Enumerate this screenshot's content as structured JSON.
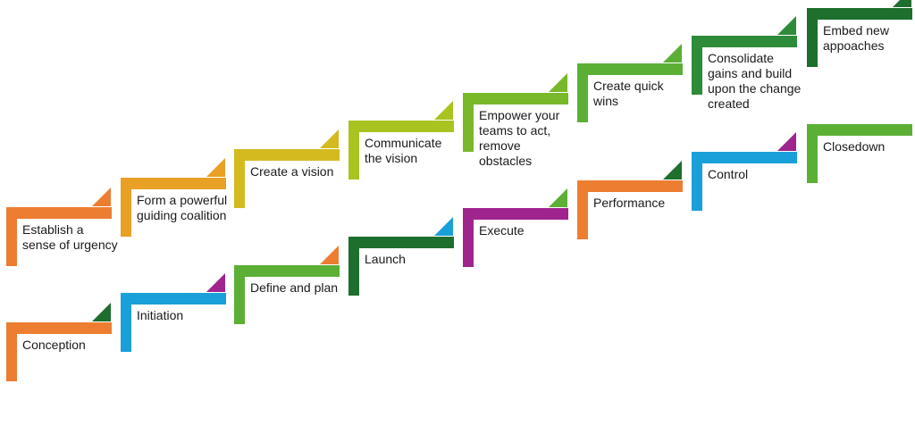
{
  "colors": {
    "orange": "#ED7D31",
    "amber": "#E8A025",
    "yellow": "#D4BA1E",
    "lime": "#A9C420",
    "green": "#78B82A",
    "bright_green": "#5BAF35",
    "dark_green": "#1E6E2E",
    "blue": "#1AA0D8",
    "purple": "#A0248E"
  },
  "upper_steps": [
    {
      "label": "Establish a sense of urgency",
      "color": "#ED7D31",
      "wedge_color": "#ED7D31"
    },
    {
      "label": "Form a powerful guiding coalition",
      "color": "#E8A025",
      "wedge_color": "#E8A025"
    },
    {
      "label": "Create a vision",
      "color": "#D4BA1E",
      "wedge_color": "#D4BA1E"
    },
    {
      "label": "Communicate the vision",
      "color": "#A9C420",
      "wedge_color": "#A9C420"
    },
    {
      "label": "Empower your teams to act, remove obstacles",
      "color": "#78B82A",
      "wedge_color": "#78B82A"
    },
    {
      "label": "Create quick wins",
      "color": "#5BAF35",
      "wedge_color": "#5BAF35"
    },
    {
      "label": "Consolidate gains and build upon the change created",
      "color": "#2E8B3A",
      "wedge_color": "#2E8B3A"
    },
    {
      "label": "Embed new appoaches",
      "color": "#1E6E2E",
      "wedge_color": "#1E6E2E"
    }
  ],
  "lower_steps": [
    {
      "label": "Conception",
      "color": "#ED7D31",
      "wedge_color": "#1E6E2E"
    },
    {
      "label": "Initiation",
      "color": "#1AA0D8",
      "wedge_color": "#A0248E"
    },
    {
      "label": "Define and plan",
      "color": "#5BAF35",
      "wedge_color": "#ED7D31"
    },
    {
      "label": "Launch",
      "color": "#1E6E2E",
      "wedge_color": "#1AA0D8"
    },
    {
      "label": "Execute",
      "color": "#A0248E",
      "wedge_color": "#5BAF35"
    },
    {
      "label": "Performance",
      "color": "#ED7D31",
      "wedge_color": "#1E6E2E"
    },
    {
      "label": "Control",
      "color": "#1AA0D8",
      "wedge_color": "#A0248E"
    },
    {
      "label": "Closedown",
      "color": "#5BAF35",
      "wedge_color": null
    }
  ]
}
